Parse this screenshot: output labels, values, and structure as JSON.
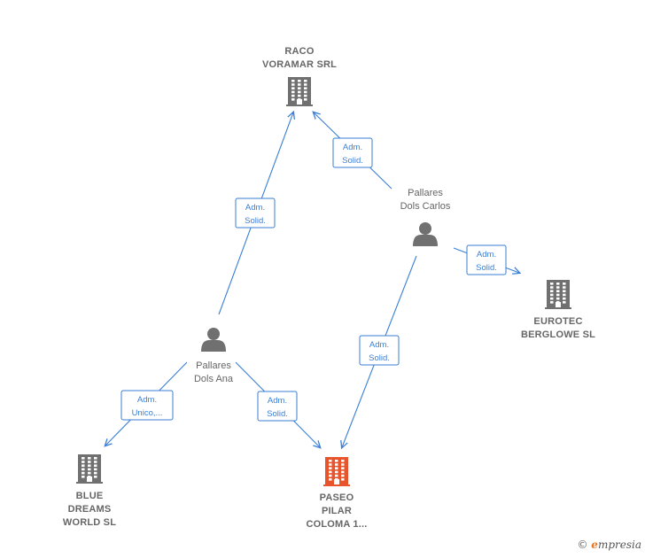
{
  "nodes": [
    {
      "id": "raco",
      "type": "company",
      "lines": [
        "RACO",
        "VORAMAR SRL"
      ],
      "highlight": false
    },
    {
      "id": "eurotec",
      "type": "company",
      "lines": [
        "EUROTEC",
        "BERGLOWE SL"
      ],
      "highlight": false
    },
    {
      "id": "blue",
      "type": "company",
      "lines": [
        "BLUE",
        "DREAMS",
        "WORLD SL"
      ],
      "highlight": false
    },
    {
      "id": "paseo",
      "type": "company",
      "lines": [
        "PASEO",
        "PILAR",
        "COLOMA 1..."
      ],
      "highlight": true
    },
    {
      "id": "carlos",
      "type": "person",
      "lines": [
        "Pallares",
        "Dols Carlos"
      ]
    },
    {
      "id": "ana",
      "type": "person",
      "lines": [
        "Pallares",
        "Dols Ana"
      ]
    }
  ],
  "edges": [
    {
      "from": "ana",
      "to": "raco",
      "label": [
        "Adm.",
        "Solid."
      ]
    },
    {
      "from": "carlos",
      "to": "raco",
      "label": [
        "Adm.",
        "Solid."
      ]
    },
    {
      "from": "carlos",
      "to": "eurotec",
      "label": [
        "Adm.",
        "Solid."
      ]
    },
    {
      "from": "carlos",
      "to": "paseo",
      "label": [
        "Adm.",
        "Solid."
      ]
    },
    {
      "from": "ana",
      "to": "blue",
      "label": [
        "Adm.",
        "Unico,..."
      ]
    },
    {
      "from": "ana",
      "to": "paseo",
      "label": [
        "Adm.",
        "Solid."
      ]
    }
  ],
  "colors": {
    "company": "#707070",
    "company_highlight": "#e8552d",
    "person": "#707070",
    "edge": "#3a7fd5"
  },
  "footer": {
    "copyright": "©",
    "brand_initial": "e",
    "brand_rest": "mpresia"
  }
}
